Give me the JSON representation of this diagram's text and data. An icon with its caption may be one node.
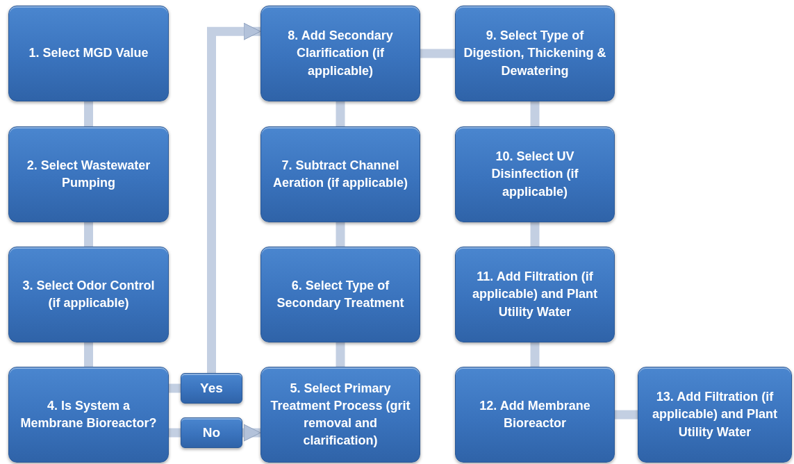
{
  "diagram": {
    "nodes": [
      {
        "text": [
          "1. Select MGD Value"
        ]
      },
      {
        "text": [
          "2. Select Wastewater Pumping"
        ]
      },
      {
        "text": [
          "3. Select Odor Control (if applicable)"
        ]
      },
      {
        "text": [
          "4. Is System a Membrane Bioreactor?"
        ]
      },
      {
        "text": [
          "5. Select Primary Treatment Process (grit removal and clarification)"
        ]
      },
      {
        "text": [
          "6. Select Type  of Secondary Treatment"
        ]
      },
      {
        "text": [
          "7. Subtract Channel Aeration (if applicable)"
        ]
      },
      {
        "text": [
          "8. Add Secondary Clarification (if applicable)"
        ]
      },
      {
        "text": [
          "9. Select Type of Digestion, Thickening & Dewatering"
        ]
      },
      {
        "text": [
          "10. Select UV Disinfection (if applicable)"
        ]
      },
      {
        "text": [
          "11. Add Filtration (if applicable) and Plant Utility Water"
        ]
      },
      {
        "text": [
          "12. Add Membrane Bioreactor"
        ]
      },
      {
        "text": [
          "13. Add Filtration (if applicable) and Plant Utility Water"
        ]
      },
      {
        "text": [
          "Yes"
        ]
      },
      {
        "text": [
          "No"
        ]
      }
    ],
    "edges": [
      {
        "from": 0,
        "to": 1,
        "arrow": "none"
      },
      {
        "from": 1,
        "to": 2,
        "arrow": "none"
      },
      {
        "from": 2,
        "to": 3,
        "arrow": "none"
      },
      {
        "from": 3,
        "to": 13,
        "arrow": "none"
      },
      {
        "from": 13,
        "to": 7,
        "arrow": "to"
      },
      {
        "from": 3,
        "to": 14,
        "arrow": "none"
      },
      {
        "from": 14,
        "to": 4,
        "arrow": "to"
      },
      {
        "from": 4,
        "to": 5,
        "arrow": "none"
      },
      {
        "from": 5,
        "to": 6,
        "arrow": "none"
      },
      {
        "from": 6,
        "to": 7,
        "arrow": "none"
      },
      {
        "from": 7,
        "to": 8,
        "arrow": "none"
      },
      {
        "from": 8,
        "to": 9,
        "arrow": "none"
      },
      {
        "from": 9,
        "to": 10,
        "arrow": "none"
      },
      {
        "from": 10,
        "to": 11,
        "arrow": "none"
      },
      {
        "from": 11,
        "to": 12,
        "arrow": "none"
      }
    ]
  }
}
